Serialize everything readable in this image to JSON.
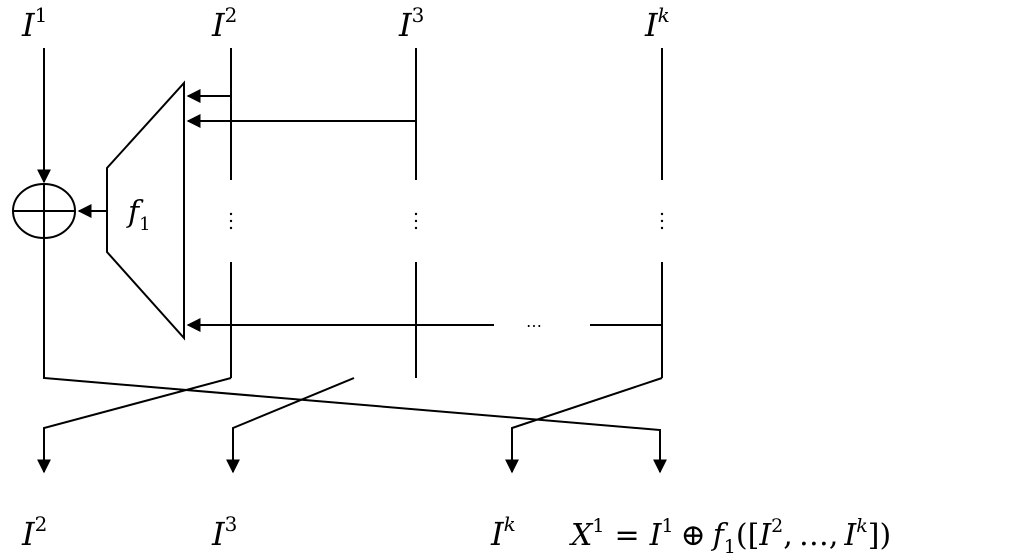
{
  "inputs": {
    "i1": {
      "base": "I",
      "sup": "1"
    },
    "i2": {
      "base": "I",
      "sup": "2"
    },
    "i3": {
      "base": "I",
      "sup": "3"
    },
    "ik": {
      "base": "I",
      "sup": "k"
    }
  },
  "function_label": {
    "base": "f",
    "sub": "1"
  },
  "middle_dots": "⋯",
  "outputs": {
    "o1": {
      "base": "I",
      "sup": "2"
    },
    "o2": {
      "base": "I",
      "sup": "3"
    },
    "o3": {
      "base": "I",
      "sup": "k"
    },
    "formula": {
      "x": "X",
      "x_sup": "1",
      "eq": "=",
      "i": "I",
      "i_sup": "1",
      "oplus": "⊕",
      "f": "f",
      "f_sub": "1",
      "open": "([",
      "i2": "I",
      "i2_sup": "2",
      "comma1": ",",
      "ellipsis": "…",
      "comma2": ",",
      "ik": "I",
      "ik_sup": "k",
      "close": "])"
    }
  }
}
